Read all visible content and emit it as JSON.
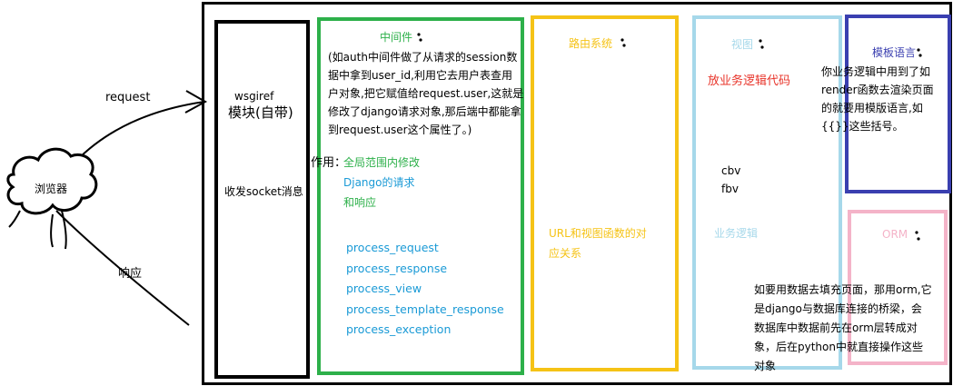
{
  "left": {
    "request": "request",
    "browser": "浏览器",
    "response": "响应"
  },
  "wsgiref": {
    "name": "wsgiref",
    "module": "模块(自带)",
    "desc": "收发socket消息"
  },
  "middleware": {
    "title": "中间件",
    "note_lines": [
      "(如auth中间件做了从请求的session数",
      "据中拿到user_id,利用它去用户表查用",
      "户对象,把它赋值给request.user,这就是",
      "修改了django请求对象,那后端中都能拿",
      "到request.user这个属性了。)"
    ],
    "effect_label": "作用：",
    "effect_lines": [
      "全局范围内修改",
      "Django的请求",
      "和响应"
    ],
    "methods": [
      "process_request",
      "process_response",
      "process_view",
      "process_template_response",
      "process_exception"
    ]
  },
  "routing": {
    "title": "路由系统",
    "desc_lines": [
      "URL和视图函数的对",
      "应关系"
    ]
  },
  "views": {
    "title": "视图",
    "subtitle": "放业务逻辑代码",
    "cbv": "cbv",
    "fbv": "fbv",
    "logic": "业务逻辑"
  },
  "template": {
    "title": "模板语言",
    "desc_lines": [
      "你业务逻辑中用到了如",
      "render函数去渲染页面",
      "的就要用模版语言,如",
      "{{}}这些括号。"
    ]
  },
  "orm": {
    "title": "ORM",
    "desc_lines": [
      "如要用数据去填充页面，那用orm,它",
      "是django与数据库连接的桥梁，会",
      "数据库中数据前先在orm层转成对",
      "象，后在python中就直接操作这些",
      "对象"
    ]
  },
  "colors": {
    "black": "#000000",
    "green": "#2db04a",
    "orange": "#f5c316",
    "skyblue": "#a6d8ea",
    "navy": "#3a3fb0",
    "pink": "#f4b3c8",
    "blue_text": "#1a9ad6",
    "red_text": "#e8342a"
  }
}
